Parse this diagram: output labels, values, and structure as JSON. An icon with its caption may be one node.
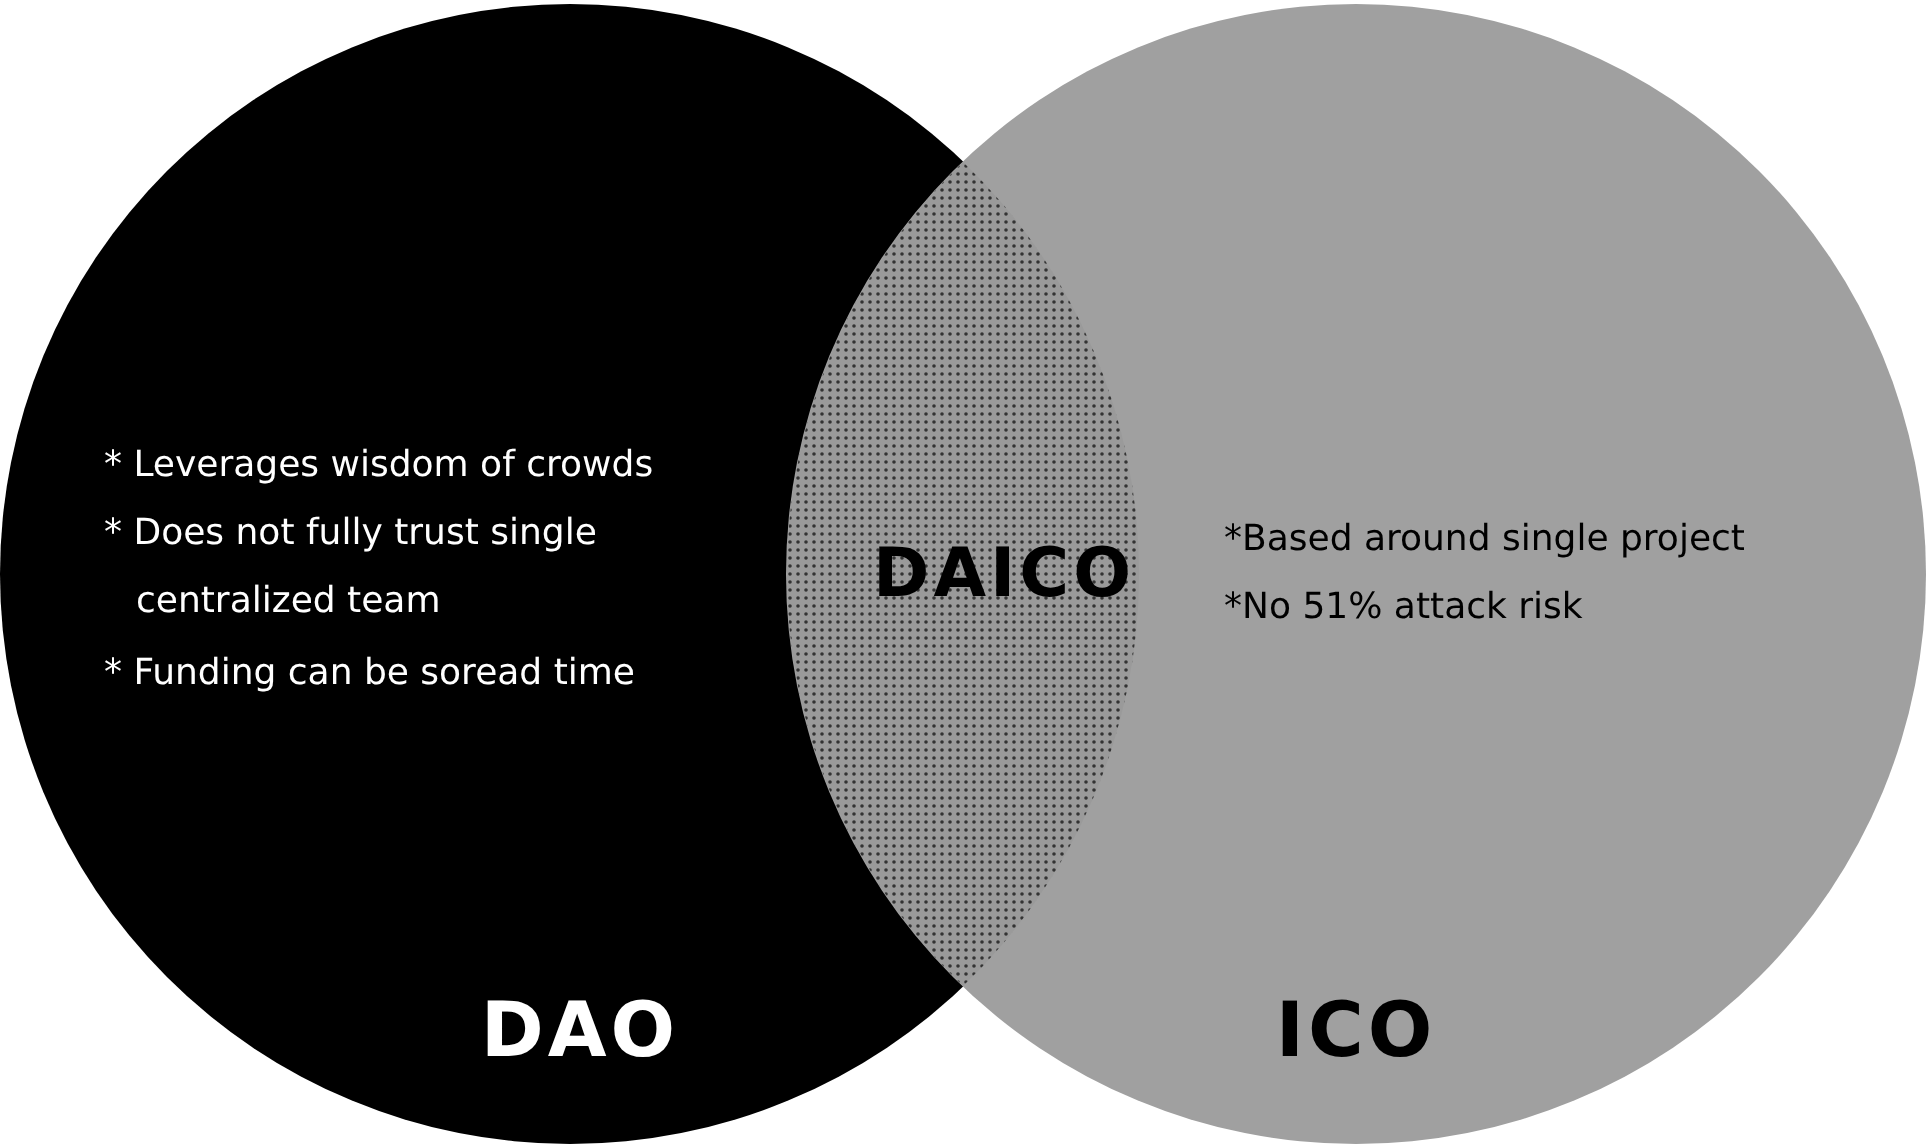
{
  "diagram": {
    "nodes": [
      {
        "text": [
          "* Leverages wisdom of crowds",
          "* Does not fully trust single centralized team",
          "* Funding can be soread time",
          "DAO"
        ]
      },
      {
        "text": [
          "*Based around single project",
          "*No 51% attack risk",
          "ICO"
        ]
      },
      {
        "text": [
          "DAICO"
        ]
      }
    ]
  }
}
